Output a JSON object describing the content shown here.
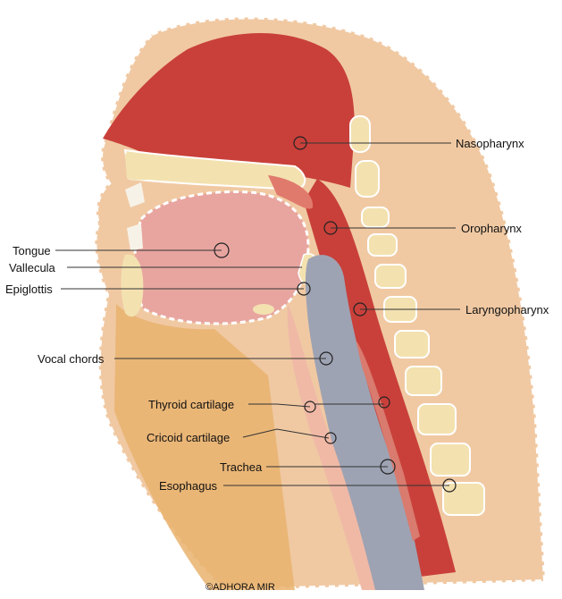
{
  "labels": {
    "nasopharynx": "Nasopharynx",
    "oropharynx": "Oropharynx",
    "laryngopharynx": "Laryngopharynx",
    "tongue": "Tongue",
    "vallecula": "Vallecula",
    "epiglottis": "Epiglottis",
    "vocal_chords": "Vocal chords",
    "thyroid_cartilage": "Thyroid cartilage",
    "cricoid_cartilage": "Cricoid cartilage",
    "trachea": "Trachea",
    "esophagus": "Esophagus"
  },
  "credit": "©ADHORA MIR",
  "colors": {
    "skin": "#f0c9a3",
    "pharynx": "#c9403a",
    "tongue": "#e8a5a0",
    "bone": "#f3e2b0",
    "trachea": "#9ea3b3",
    "fat": "#e9b36e"
  }
}
